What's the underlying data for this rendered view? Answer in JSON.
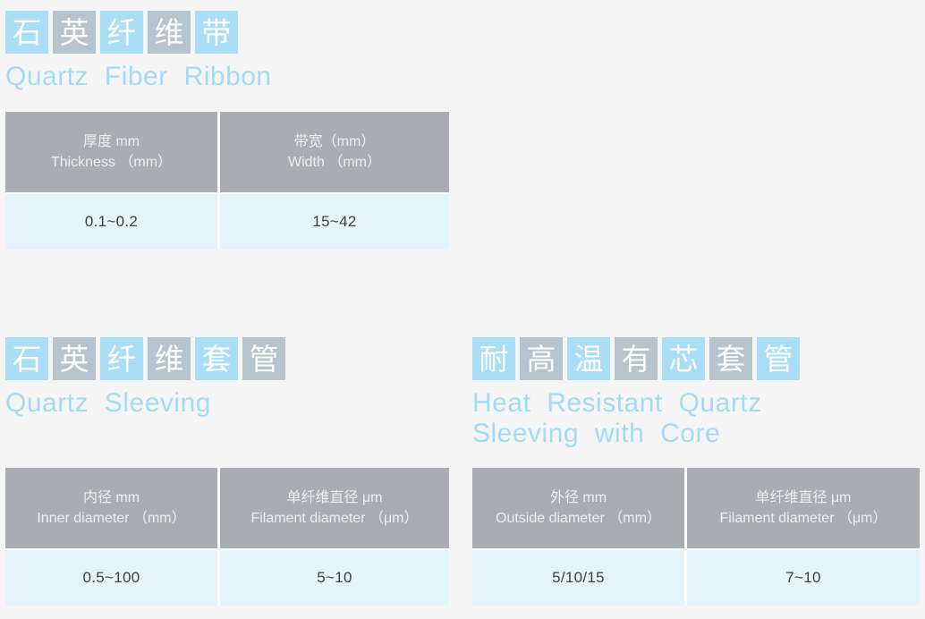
{
  "page": {
    "background": "#f5f5f6"
  },
  "colors": {
    "box_blue": "#a9def6",
    "box_gray": "#b6c4cd",
    "subtitle_text": "#a4dbf4",
    "table_header_bg": "#a9adb2",
    "table_header_text": "#edeff0",
    "table_row_bg": "#e3f4fb",
    "table_value_text": "#3b3f43"
  },
  "sections": [
    {
      "name": "quartz-fiber-ribbon",
      "title_chars": [
        "石",
        "英",
        "纤",
        "维",
        "带"
      ],
      "subtitle": "Quartz Fiber Ribbon",
      "table": {
        "columns": [
          {
            "zh": "厚度 mm",
            "en": "Thickness （mm）"
          },
          {
            "zh": "带宽（mm）",
            "en": "Width （mm）"
          }
        ],
        "values": [
          "0.1~0.2",
          "15~42"
        ]
      }
    },
    {
      "name": "quartz-sleeving",
      "title_chars": [
        "石",
        "英",
        "纤",
        "维",
        "套",
        "管"
      ],
      "subtitle": "Quartz Sleeving",
      "table": {
        "columns": [
          {
            "zh": "内径 mm",
            "en": "Inner diameter （mm）"
          },
          {
            "zh": "单纤维直径 μm",
            "en": "Filament diameter （μm）"
          }
        ],
        "values": [
          "0.5~100",
          "5~10"
        ]
      }
    },
    {
      "name": "heat-resistant-quartz-sleeving-with-core",
      "title_chars": [
        "耐",
        "高",
        "温",
        "有",
        "芯",
        "套",
        "管"
      ],
      "subtitle": "Heat Resistant Quartz Sleeving with Core",
      "table": {
        "columns": [
          {
            "zh": "外径 mm",
            "en": "Outside diameter （mm）"
          },
          {
            "zh": "单纤维直径 μm",
            "en": "Filament diameter （μm）"
          }
        ],
        "values": [
          "5/10/15",
          "7~10"
        ]
      }
    }
  ]
}
